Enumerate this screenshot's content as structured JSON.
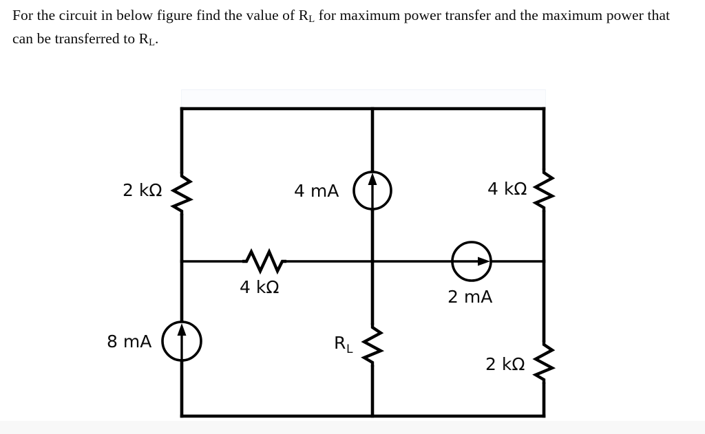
{
  "question": {
    "line1_part1": "For the circuit in below figure find the value of R",
    "line1_sub": "L",
    "line1_part2": " for maximum power transfer and the",
    "line2_part1": "maximum power that can be transferred to R",
    "line2_sub": "L",
    "line2_part2": "."
  },
  "circuit": {
    "type": "resistive-network-with-current-sources",
    "components": {
      "r_left_top": {
        "label": "2 kΩ",
        "orientation": "vertical",
        "value": 2,
        "unit": "kΩ"
      },
      "r_right_top": {
        "label": "4 kΩ",
        "orientation": "vertical",
        "value": 4,
        "unit": "kΩ"
      },
      "r_middle_horizontal": {
        "label": "4 kΩ",
        "orientation": "horizontal",
        "value": 4,
        "unit": "kΩ"
      },
      "r_load": {
        "label_main": "R",
        "label_sub": "L",
        "orientation": "vertical"
      },
      "r_right_bottom": {
        "label": "2 kΩ",
        "orientation": "vertical",
        "value": 2,
        "unit": "kΩ"
      },
      "src_top_middle": {
        "label": "4 mA",
        "direction": "up",
        "value": 4,
        "unit": "mA"
      },
      "src_bottom_left": {
        "label": "8 mA",
        "direction": "up",
        "value": 8,
        "unit": "mA"
      },
      "src_middle_right": {
        "label": "2 mA",
        "direction": "right",
        "value": 2,
        "unit": "mA"
      }
    },
    "colors": {
      "wire": "#000000",
      "background": "#ffffff",
      "text": "#0a0a0a"
    }
  }
}
